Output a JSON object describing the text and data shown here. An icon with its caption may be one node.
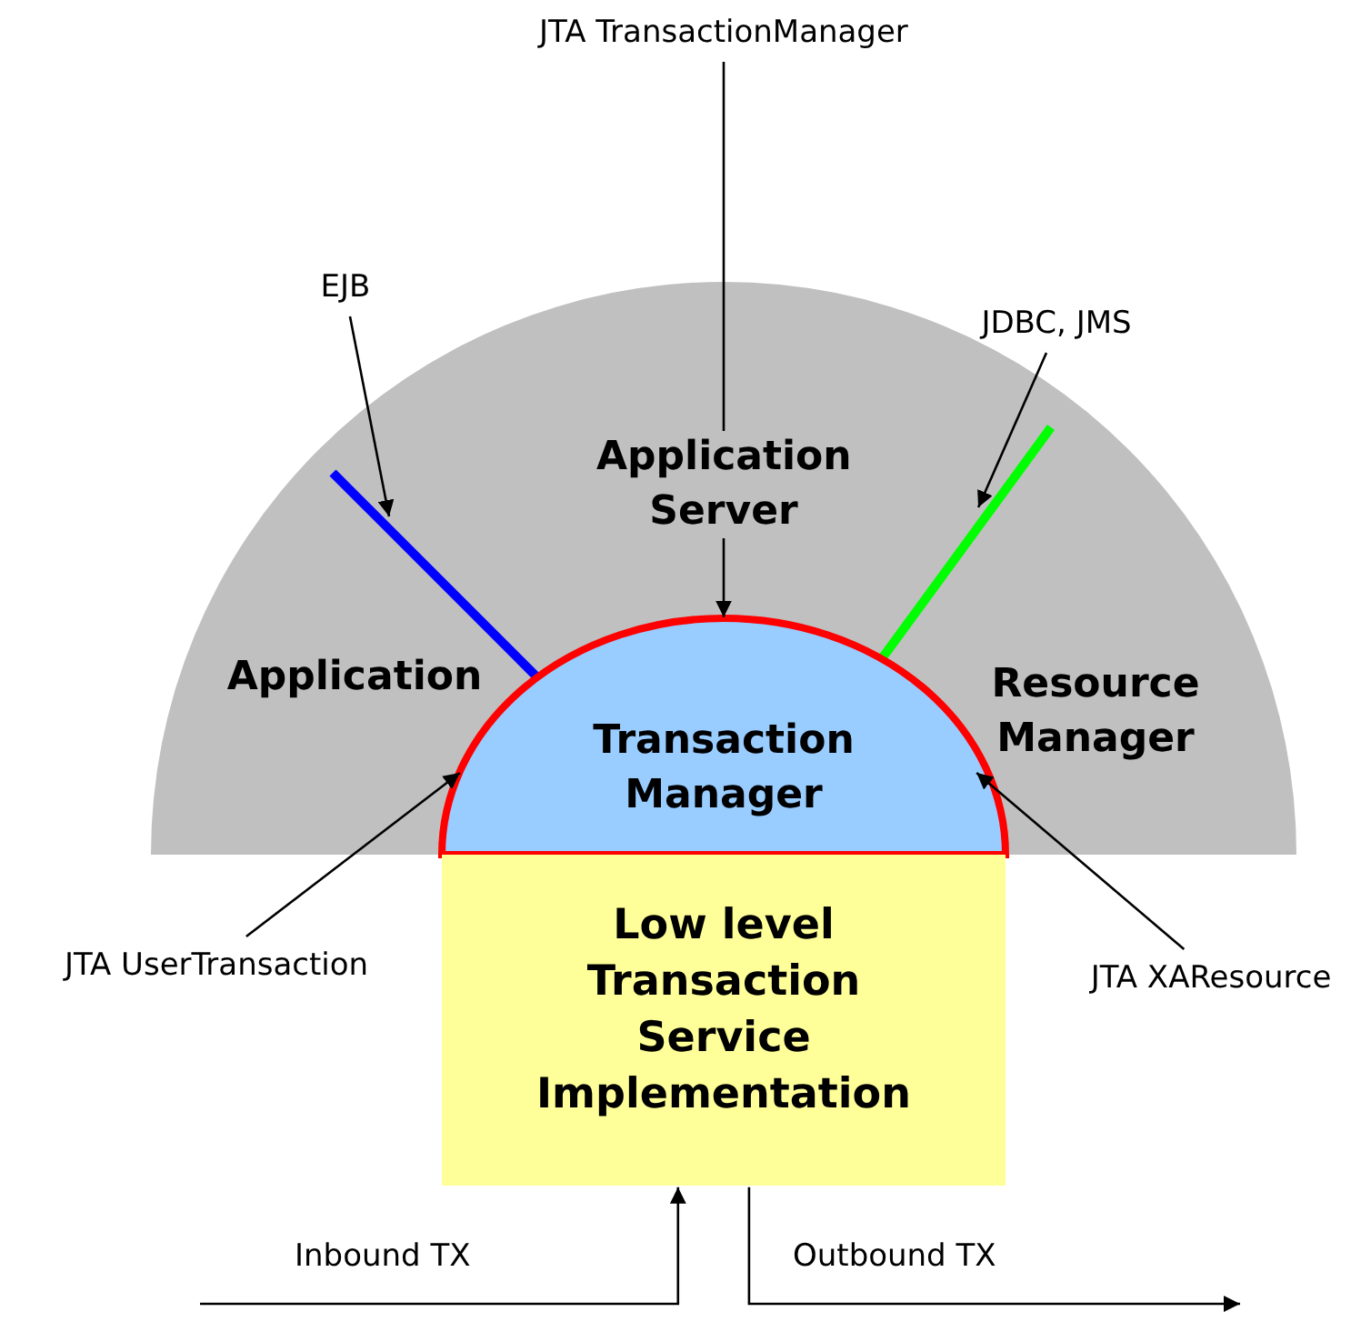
{
  "diagram": {
    "nodes": [
      {
        "text": [
          "JTA TransactionManager"
        ]
      },
      {
        "text": [
          "EJB"
        ]
      },
      {
        "text": [
          "JDBC, JMS"
        ]
      },
      {
        "text": [],
        "shape": "bar",
        "in": 5
      },
      {
        "text": [],
        "shape": "bar",
        "in": 5
      },
      {
        "text": [
          "Application Server"
        ]
      },
      {
        "text": [
          "Application"
        ],
        "in": 5
      },
      {
        "text": [
          "Resource Manager"
        ],
        "in": 5
      },
      {
        "text": [
          "Transaction Manager"
        ],
        "in": 5
      },
      {
        "text": [
          "JTA UserTransaction"
        ]
      },
      {
        "text": [
          "JTA XAResource"
        ]
      },
      {
        "text": [
          "Low level Transaction Service Implementation"
        ]
      }
    ],
    "edges": [
      {
        "from": 0,
        "to": 8,
        "arrow": "to"
      },
      {
        "from": 1,
        "to": 3,
        "arrow": "to"
      },
      {
        "from": 2,
        "to": 4,
        "arrow": "to"
      },
      {
        "from": 9,
        "to": 8,
        "arrow": "to"
      },
      {
        "from": 10,
        "to": 8,
        "arrow": "to"
      },
      {
        "from": null,
        "to": 11,
        "label": "Inbound TX",
        "arrow": "to"
      },
      {
        "from": 11,
        "to": null,
        "label": "Outbound TX",
        "arrow": "to"
      }
    ]
  }
}
